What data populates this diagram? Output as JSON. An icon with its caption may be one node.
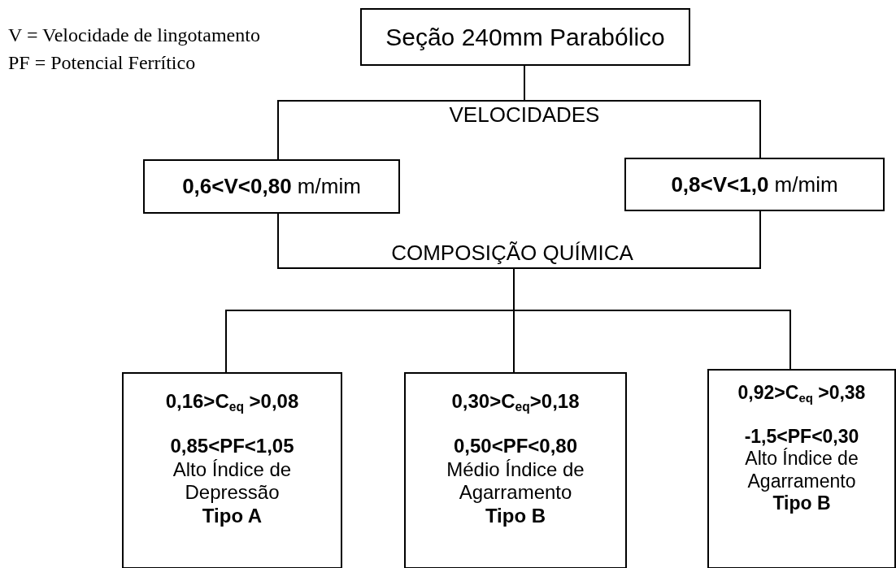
{
  "diagram": {
    "nodes": [
      {
        "text": [
          "Seção 240mm Parabólico"
        ]
      },
      {
        "text": [
          "**0,6<V<0,80** m/mim"
        ]
      },
      {
        "text": [
          "**0,8<V<1,0** m/mim"
        ]
      },
      {
        "text": [
          "0,16>C$_{eq}$ >0,08",
          "0,85<PF<1,05",
          "Alto Índice de Depressão",
          "Tipo A"
        ]
      },
      {
        "text": [
          "0,30>C$_{eq}$>0,18",
          "0,50<PF<0,80",
          "Médio Índice de Agarramento",
          "Tipo B"
        ]
      },
      {
        "text": [
          "0,92>C$_{eq}$ >0,38",
          "-1,5<PF<0,30",
          "Alto Índice de Agarramento",
          "Tipo B"
        ]
      }
    ],
    "edges": [
      {
        "from": 0,
        "to": 1,
        "arrow": "none"
      },
      {
        "from": 0,
        "to": 2,
        "arrow": "none"
      },
      {
        "from": 1,
        "to": 3,
        "arrow": "none"
      },
      {
        "from": 1,
        "to": 4,
        "arrow": "none"
      },
      {
        "from": 1,
        "to": 5,
        "arrow": "none"
      },
      {
        "from": 2,
        "to": 3,
        "arrow": "none"
      },
      {
        "from": 2,
        "to": 4,
        "arrow": "none"
      },
      {
        "from": 2,
        "to": 5,
        "arrow": "none"
      }
    ],
    "labels": [
      "V = Velocidade de lingotamento",
      "PF = Potencial Ferrítico",
      "VELOCIDADES",
      "COMPOSIÇÃO QUÍMICA"
    ]
  }
}
